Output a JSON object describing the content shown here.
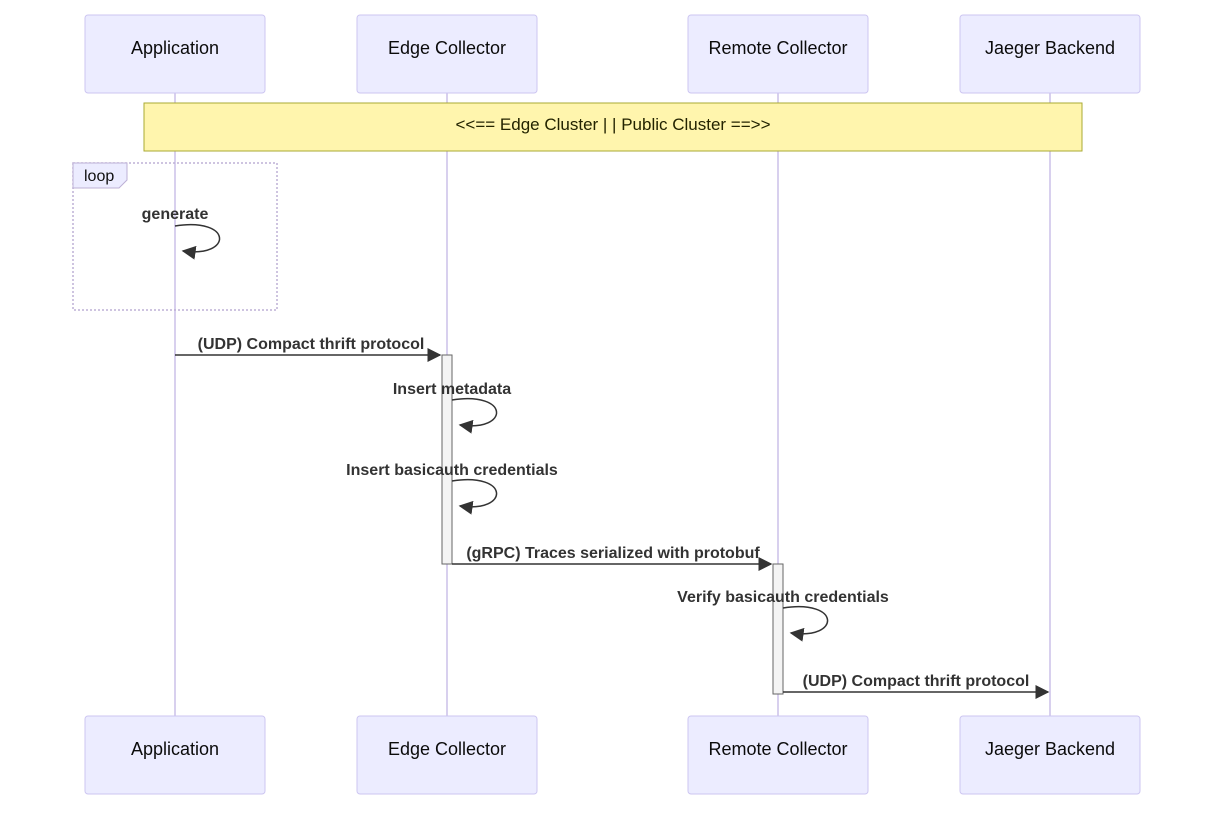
{
  "diagram_type": "sequence",
  "participants": [
    {
      "label": "Application"
    },
    {
      "label": "Edge Collector"
    },
    {
      "label": "Remote Collector"
    },
    {
      "label": "Jaeger Backend"
    }
  ],
  "note": {
    "label": "<<== Edge Cluster | | Public Cluster ==>>",
    "spans": "all participants"
  },
  "loop_frame": {
    "tag": "loop",
    "messages": [
      {
        "from": "Application",
        "to": "Application",
        "label": "generate",
        "style": "self"
      }
    ]
  },
  "messages": [
    {
      "from": "Application",
      "to": "Edge Collector",
      "label": "(UDP) Compact thrift protocol",
      "style": "solid-arrow"
    },
    {
      "from": "Edge Collector",
      "to": "Edge Collector",
      "label": "Insert metadata",
      "style": "self"
    },
    {
      "from": "Edge Collector",
      "to": "Edge Collector",
      "label": "Insert basicauth credentials",
      "style": "self"
    },
    {
      "from": "Edge Collector",
      "to": "Remote Collector",
      "label": "(gRPC) Traces serialized with protobuf",
      "style": "solid-arrow"
    },
    {
      "from": "Remote Collector",
      "to": "Remote Collector",
      "label": "Verify basicauth credentials",
      "style": "self"
    },
    {
      "from": "Remote Collector",
      "to": "Jaeger Backend",
      "label": "(UDP) Compact thrift protocol",
      "style": "solid-arrow"
    }
  ],
  "colors": {
    "participant_fill": "#ECECFF",
    "participant_border": "#CDC6F1",
    "lifeline": "#D8D0EE",
    "note_fill": "#FFF5AD",
    "note_border": "#AAAA33",
    "loop_border": "#BDB0D6",
    "activation_fill": "#F4F4F4",
    "activation_border": "#666666",
    "arrow": "#333333"
  }
}
